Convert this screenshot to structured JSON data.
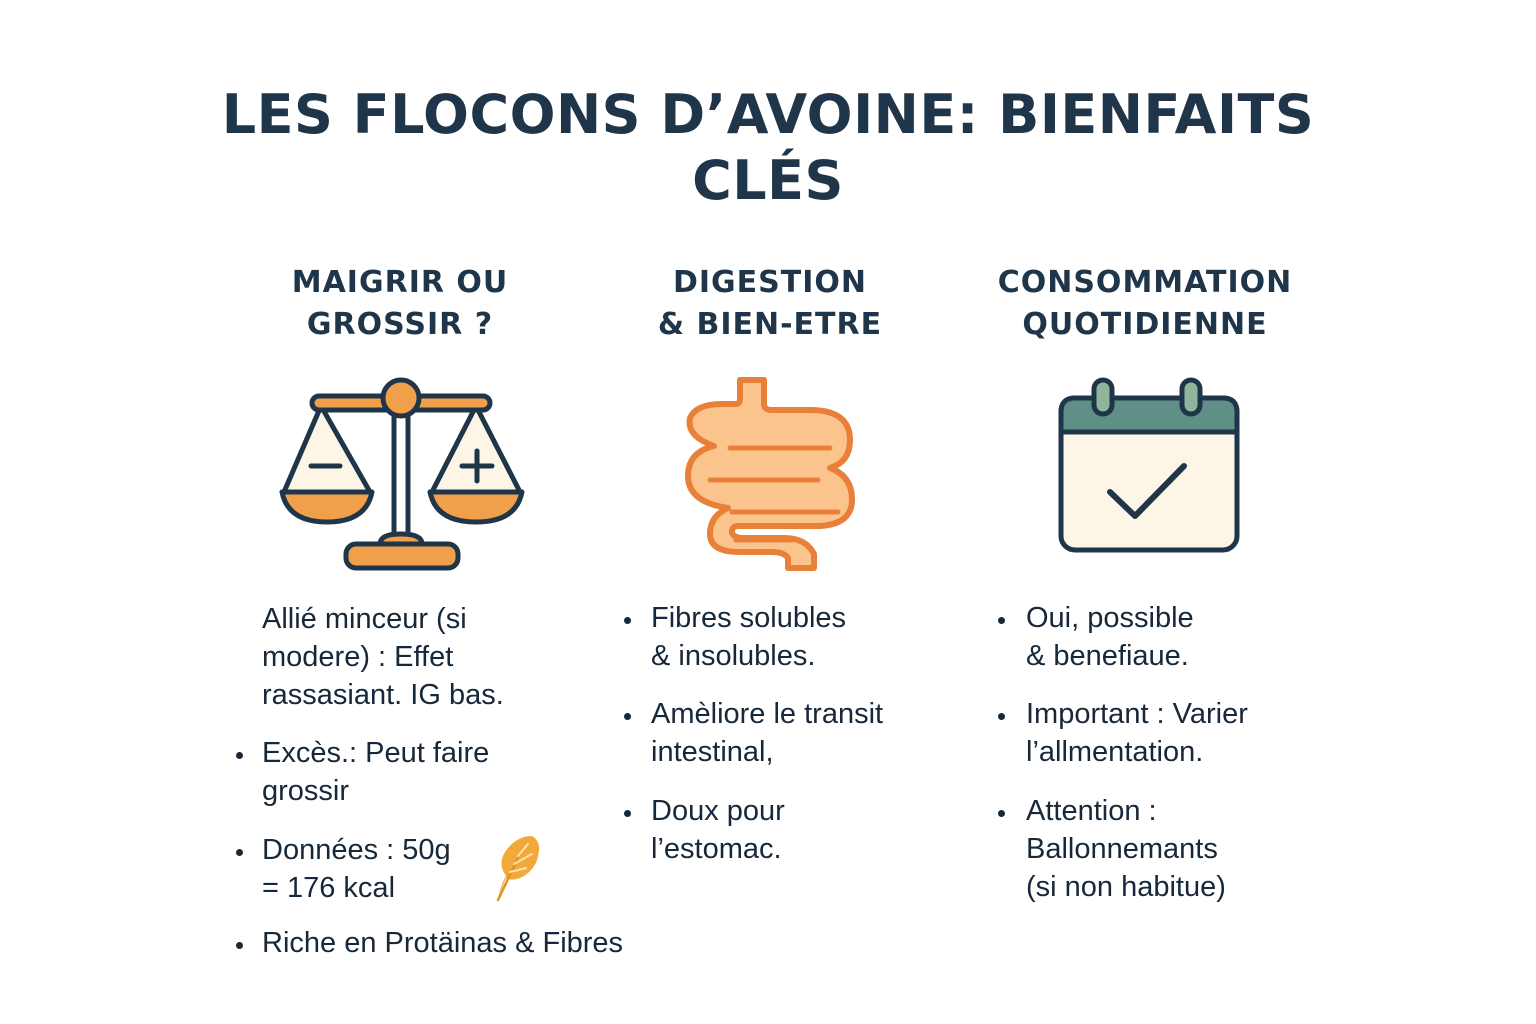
{
  "title": {
    "line1": "LES FLOCONS D’AVOINE: BIENFAITS",
    "line2": "CLÉS"
  },
  "columns": [
    {
      "heading": [
        "MAIGRIR OU",
        "GROSSIR ?"
      ],
      "icon": "balance-scale-icon",
      "intro": [
        "Allié minceur (si",
        "modere) : Effet",
        "rassasiant. IG bas."
      ],
      "bullets": [
        [
          "Excès.: Peut faire",
          "grossir"
        ],
        [
          "Données : 50g",
          "= 176 kcal"
        ],
        [
          "Riche en Protäinas & Fibres"
        ]
      ]
    },
    {
      "heading": [
        "DIGESTION",
        "& BIEN-ETRE"
      ],
      "icon": "intestine-icon",
      "bullets": [
        [
          "Fibres solubles",
          "& insolubles."
        ],
        [
          "Amèliore le transit",
          "intestinal,"
        ],
        [
          "Doux pour",
          "l’estomac."
        ]
      ]
    },
    {
      "heading": [
        "CONSOMMATION",
        "QUOTIDIENNE"
      ],
      "icon": "calendar-check-icon",
      "bullets": [
        [
          "Oui, possible",
          "& benefiaue."
        ],
        [
          "Important : Varier",
          "l’allmentation."
        ],
        [
          "Attention :",
          "Ballonnemants",
          "(si non habitue)"
        ]
      ]
    }
  ],
  "decor": {
    "leaf_icon": "oat-leaf-icon"
  },
  "colors": {
    "navy": "#1f3549",
    "orange": "#f0a04b",
    "orange_outline": "#e8803a",
    "intestine_fill": "#fbc48d",
    "teal": "#5f8f86",
    "cream": "#fdf6e6"
  }
}
